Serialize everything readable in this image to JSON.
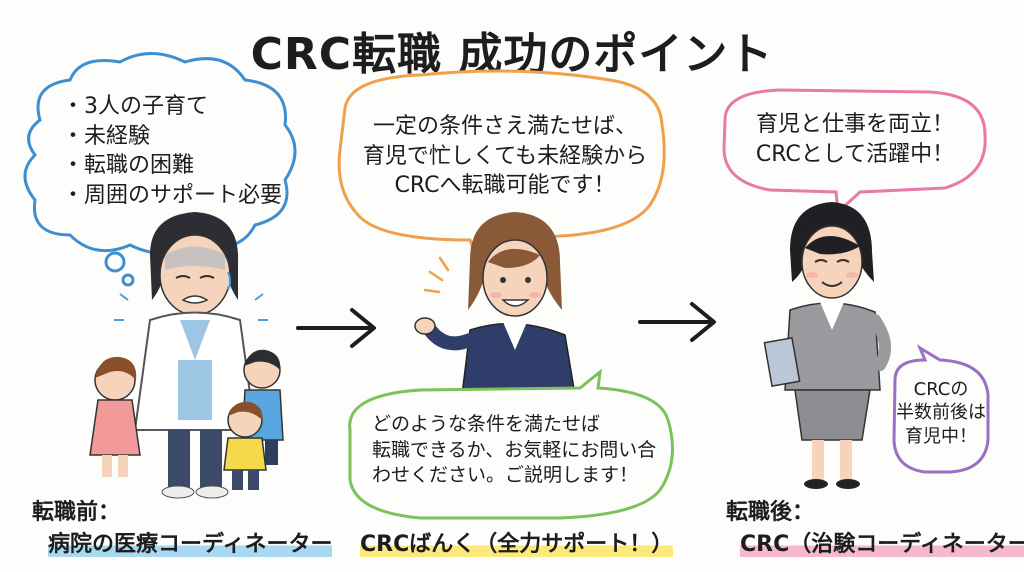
{
  "title": "CRC転職 成功のポイント",
  "left": {
    "bubble_items": [
      "・3人の子育て",
      "・未経験",
      "・転職の困難",
      "・周囲のサポート必要"
    ],
    "caption_line1": "転職前：",
    "caption_line2": "病院の医療コーディネーター"
  },
  "middle": {
    "top_bubble_lines": [
      "一定の条件さえ満たせば、",
      "育児で忙しくても未経験から",
      "CRCへ転職可能です！"
    ],
    "bottom_bubble_lines": [
      "どのような条件を満たせば",
      "転職できるか、お気軽にお問い合",
      "わせください。ご説明します！"
    ],
    "caption": "CRCばんく（全力サポート！）"
  },
  "right": {
    "top_bubble_lines": [
      "育児と仕事を両立！",
      "CRCとして活躍中！"
    ],
    "small_bubble_lines": [
      "CRCの",
      "半数前後は",
      "育児中！"
    ],
    "caption_line1": "転職後：",
    "caption_line2": "CRC（治験コーディネーター）"
  },
  "colors": {
    "blue_bubble": "#3f8fd0",
    "orange_bubble": "#f0a04a",
    "green_bubble": "#7cc25a",
    "pink_bubble": "#e879a8",
    "purple_bubble": "#9a6fc6",
    "title_highlight": "#fbee78"
  },
  "icons": [
    "worried-doctor-illustration",
    "children-illustration",
    "female-advisor-illustration",
    "businesswoman-illustration",
    "arrow-right-icon"
  ]
}
